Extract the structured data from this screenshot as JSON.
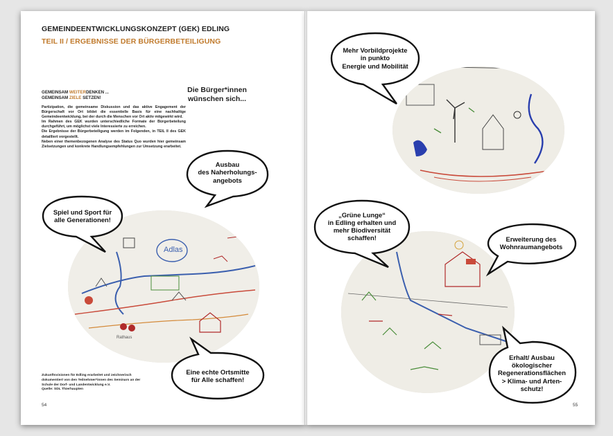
{
  "left_page": {
    "header_title": "GEMEINDEENTWICKLUNGSKONZEPT (GEK) EDLING",
    "header_subtitle": "TEIL II / ERGEBNISSE DER BÜRGERBETEILIGUNG",
    "section_title": {
      "line1_a": "GEMEINSAM ",
      "line1_b": "WEITER",
      "line1_c": "DENKEN ...",
      "line2_a": "GEMEINSAM ",
      "line2_b": "ZIELE",
      "line2_c": " SETZEN!"
    },
    "body_text": [
      "Partizipation, die gemeinsame Diskussion und das aktive Engagement der Bürgerschaft vor Ort bildet die essentielle Basis für eine nachhaltige Gemeindeentwicklung, bei der durch die Menschen vor Ort aktiv mitgewirkt wird.",
      "Im Rahmen des GEK wurden unterschiedliche Formate der Bürgerbeteilung durchgeführt, um möglichst viele Interessierte zu erreichen.",
      "Die Ergebnisse der Bürgerbeteiligung werden im Folgenden, in TEIL II des GEK detailliert vorgestellt.",
      "Neben einer themenbezogenen Analyse des Status Quo wurden hier gemeinsam Zielsetzungen und konkrete Handlungsempfehlungen zur Umsetzung erarbeitet."
    ],
    "wish_heading": "Die Bürger*innen\nwünschen sich...",
    "bubbles": {
      "naherholung": "Ausbau\ndes Naherholungs-\nangebots",
      "spiel_sport": "Spiel und Sport für\nalle Generationen!",
      "ortsmitte": "Eine echte Ortsmitte\nfür Alle schaffen!"
    },
    "drawing_texts": {
      "adlas": "Adlas",
      "rathaus": "Rathaus"
    },
    "caption": [
      "Zukunftsvisionen für Edling  erarbeitet und zeichnerisch",
      "dokumentiert von den Teilnehmer*innen des Seminars an der",
      "Schule der Dorf- und Landentwicklung e.V.",
      "Quelle: SDL Thierhaupten"
    ],
    "page_number": "54"
  },
  "right_page": {
    "bubbles": {
      "vorbild": "Mehr Vorbildprojekte\nin punkto\nEnergie und Mobilität",
      "gruene_lunge": "„Grüne Lunge“\nin Edling erhalten und\nmehr Biodiversität\nschaffen!",
      "wohnraum": "Erweiterung des\nWohnraumangebots",
      "regeneration": "Erhalt/ Ausbau\nökologischer\nRegenerationsflächen\n> Klima- und Arten-\nschutz!"
    },
    "page_number": "55"
  }
}
